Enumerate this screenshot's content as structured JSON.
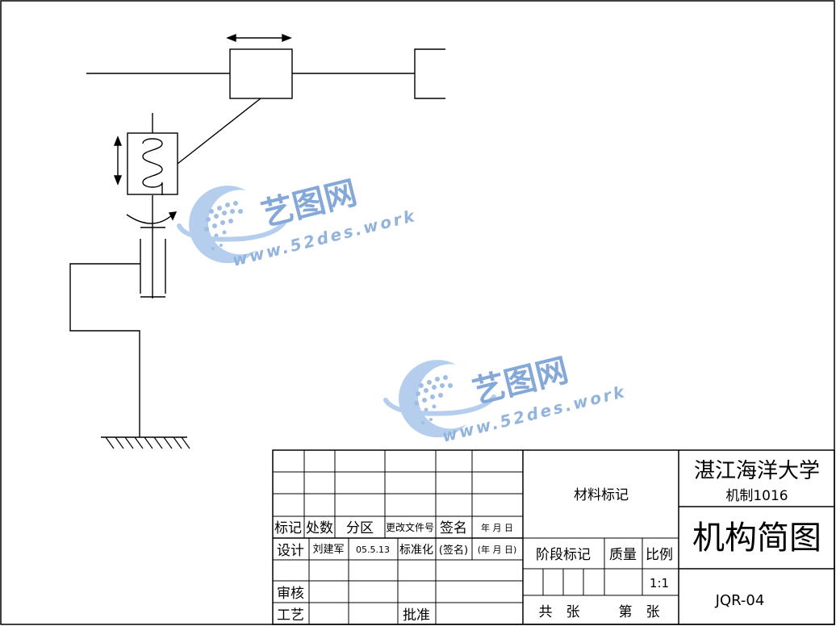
{
  "title_block": {
    "university": "湛江海洋大学",
    "class_name": "机制1016",
    "drawing_title": "机构简图",
    "drawing_number": "JQR-04",
    "material_mark": "材料标记",
    "stage_mark": "阶段标记",
    "mass": "质量",
    "scale_label": "比例",
    "scale_value": "1:1",
    "sheets_total": "共　张",
    "sheet_no": "第　张",
    "rev_headers": [
      "标记",
      "处数",
      "分区",
      "更改文件号",
      "签名",
      "年 月 日"
    ],
    "design_label": "设计",
    "designer": "刘建军",
    "design_date": "05.5.13",
    "standardization": "标准化",
    "signature": "(签名)",
    "date_placeholder": "(年 月 日)",
    "review_label": "审核",
    "process_label": "工艺",
    "approve_label": "批准"
  },
  "watermark": {
    "brand_cn": "艺图网",
    "url": "www.52des.work",
    "color": "#7ea6d6"
  }
}
